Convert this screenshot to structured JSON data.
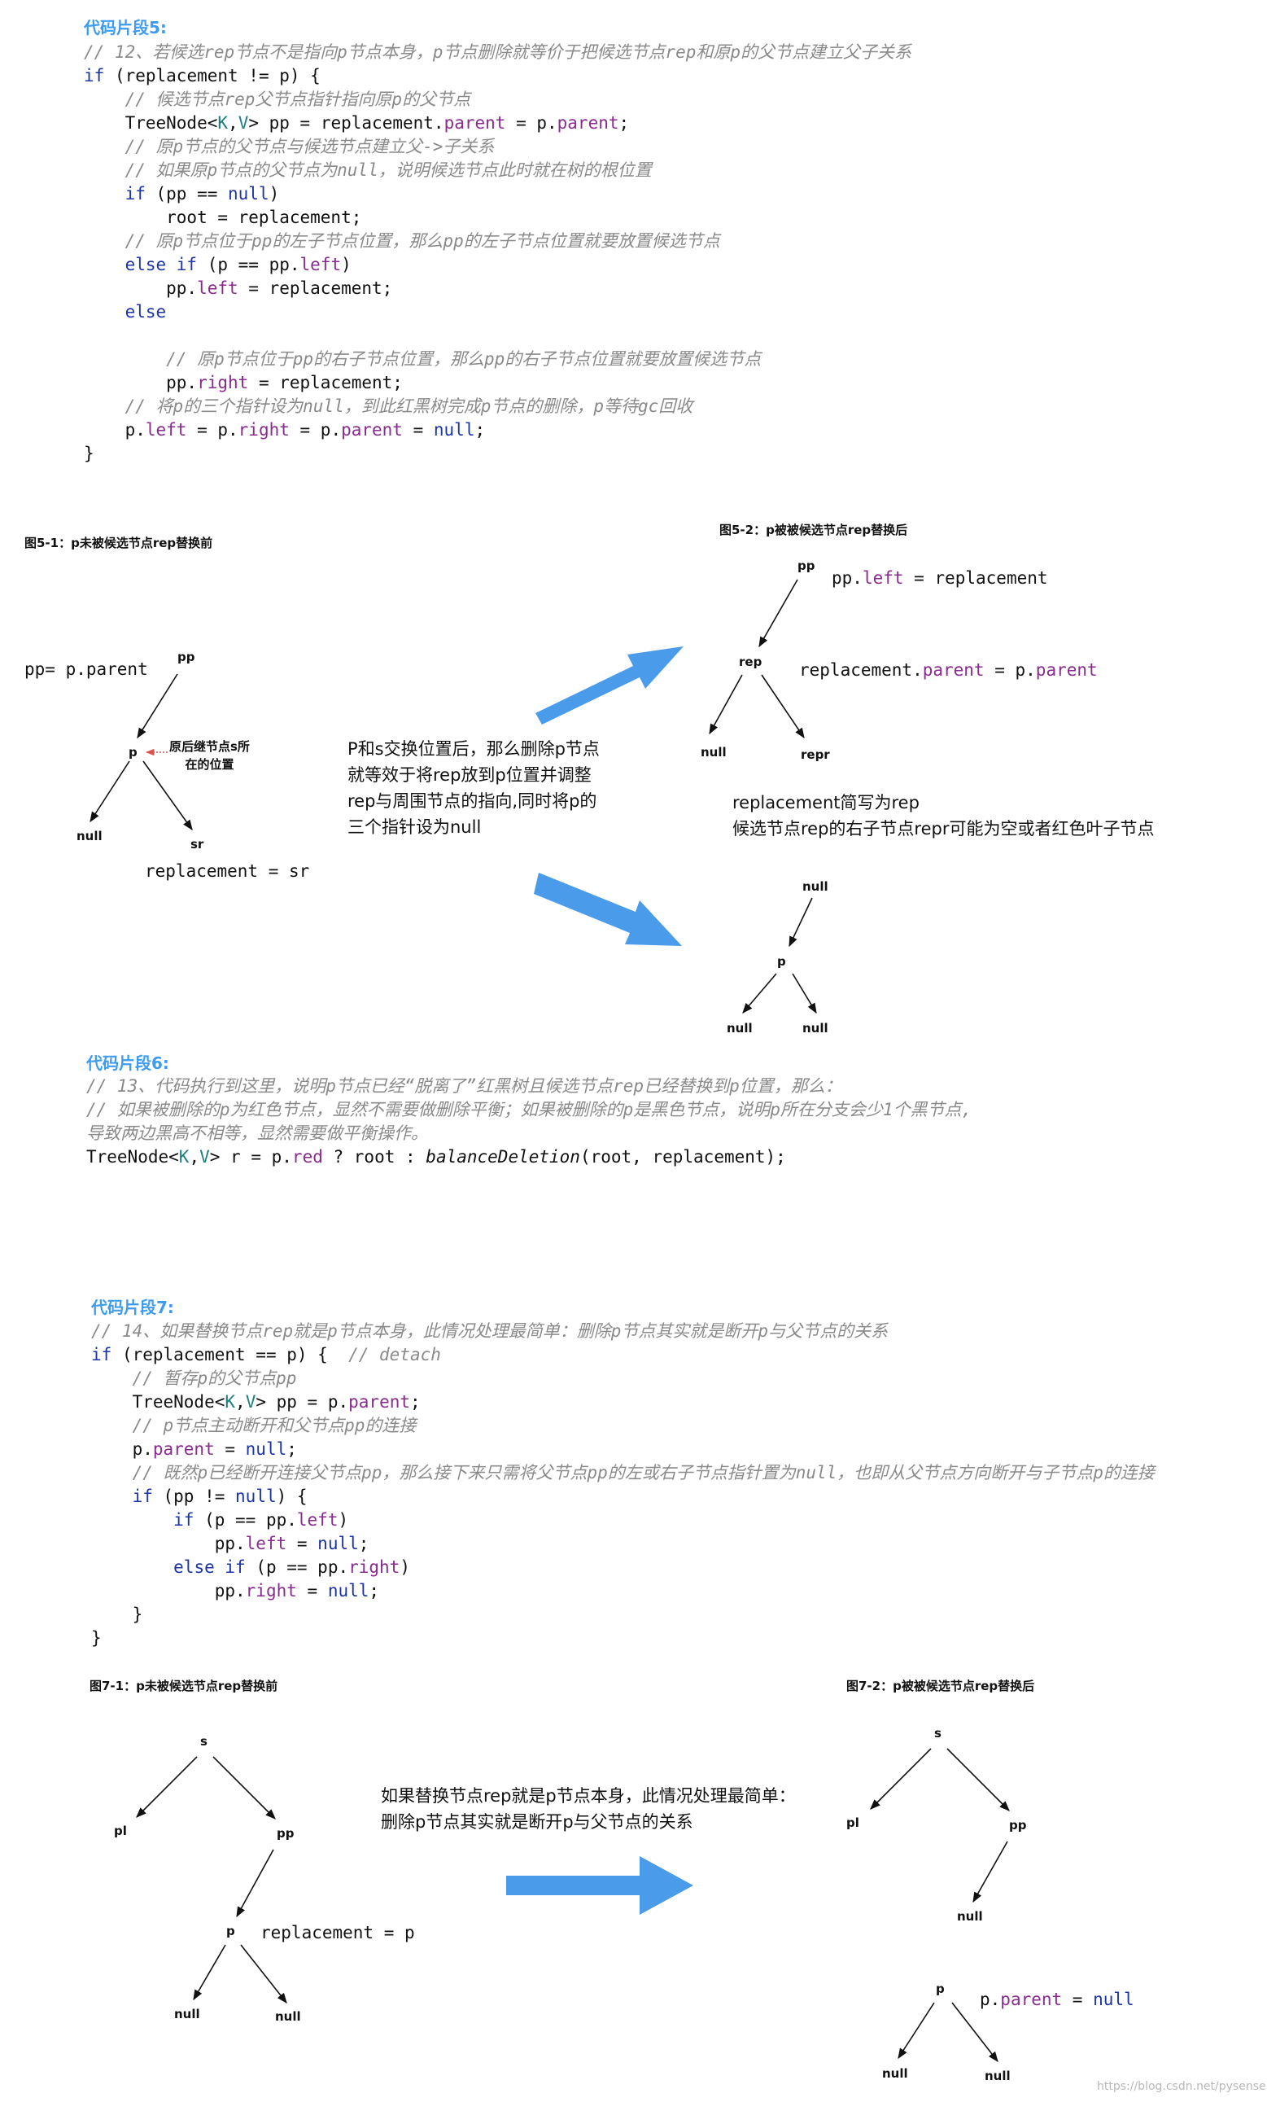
{
  "snippet5": {
    "title": "代码片段5:",
    "lines": [
      [
        [
          "cm",
          "// 12、若候选rep节点不是指向p节点本身，p节点删除就等价于把候选节点rep和原p的父节点建立父子关系"
        ]
      ],
      [
        [
          "kw",
          "if"
        ],
        [
          "tx",
          " (replacement != p) {"
        ]
      ],
      [
        [
          "tx",
          "    "
        ],
        [
          "cm",
          "// 候选节点rep父节点指针指向原p的父节点"
        ]
      ],
      [
        [
          "tx",
          "    TreeNode<"
        ],
        [
          "tp",
          "K"
        ],
        [
          "tx",
          ","
        ],
        [
          "tp",
          "V"
        ],
        [
          "tx",
          "> pp = replacement."
        ],
        [
          "fd",
          "parent"
        ],
        [
          "tx",
          " = p."
        ],
        [
          "fd",
          "parent"
        ],
        [
          "tx",
          ";"
        ]
      ],
      [
        [
          "tx",
          "    "
        ],
        [
          "cm",
          "// 原p节点的父节点与候选节点建立父->子关系"
        ]
      ],
      [
        [
          "tx",
          "    "
        ],
        [
          "cm",
          "// 如果原p节点的父节点为null，说明候选节点此时就在树的根位置"
        ]
      ],
      [
        [
          "tx",
          "    "
        ],
        [
          "kw",
          "if"
        ],
        [
          "tx",
          " (pp == "
        ],
        [
          "nl",
          "null"
        ],
        [
          "tx",
          ")"
        ]
      ],
      [
        [
          "tx",
          "        root = replacement;"
        ]
      ],
      [
        [
          "tx",
          "    "
        ],
        [
          "cm",
          "// 原p节点位于pp的左子节点位置，那么pp的左子节点位置就要放置候选节点"
        ]
      ],
      [
        [
          "tx",
          "    "
        ],
        [
          "kw",
          "else if"
        ],
        [
          "tx",
          " (p == pp."
        ],
        [
          "fd",
          "left"
        ],
        [
          "tx",
          ")"
        ]
      ],
      [
        [
          "tx",
          "        pp."
        ],
        [
          "fd",
          "left"
        ],
        [
          "tx",
          " = replacement;"
        ]
      ],
      [
        [
          "tx",
          "    "
        ],
        [
          "kw",
          "else"
        ]
      ],
      [
        [
          "tx",
          ""
        ]
      ],
      [
        [
          "tx",
          "        "
        ],
        [
          "cm",
          "// 原p节点位于pp的右子节点位置，那么pp的右子节点位置就要放置候选节点"
        ]
      ],
      [
        [
          "tx",
          "        pp."
        ],
        [
          "fd",
          "right"
        ],
        [
          "tx",
          " = replacement;"
        ]
      ],
      [
        [
          "tx",
          "    "
        ],
        [
          "cm",
          "// 将p的三个指针设为null，到此红黑树完成p节点的删除，p等待gc回收"
        ]
      ],
      [
        [
          "tx",
          "    p."
        ],
        [
          "fd",
          "left"
        ],
        [
          "tx",
          " = p."
        ],
        [
          "fd",
          "right"
        ],
        [
          "tx",
          " = p."
        ],
        [
          "fd",
          "parent"
        ],
        [
          "tx",
          " = "
        ],
        [
          "nl",
          "null"
        ],
        [
          "tx",
          ";"
        ]
      ],
      [
        [
          "tx",
          "}"
        ]
      ]
    ]
  },
  "fig5": {
    "cap1": "图5-1：p未被候选节点rep替换前",
    "cap2": "图5-2：p被被候选节点rep替换后",
    "pp_eq": "pp= p.parent",
    "pp_eq_field": "parent",
    "node_pp": "pp",
    "node_p": "p",
    "note_sr": "原后继节点s所\n在的位置",
    "node_null": "null",
    "node_sr": "sr",
    "repl_sr": "replacement = sr",
    "middle_text": "P和s交换位置后，那么删除p节点\n就等效于将rep放到p位置并调整\nrep与周围节点的指向,同时将p的\n三个指针设为null",
    "r_pp": "pp",
    "r_pp_left": "pp.left = replacement",
    "r_rep": "rep",
    "r_rep_parent": "replacement.parent = p.parent",
    "r_null": "null",
    "r_repr": "repr",
    "r_text": "replacement简写为rep\n候选节点rep的右子节点repr可能为空或者红色叶子节点",
    "b_null_top": "null",
    "b_p": "p",
    "b_null_l": "null",
    "b_null_r": "null"
  },
  "snippet6": {
    "title": "代码片段6:",
    "lines": [
      [
        [
          "cm",
          "// 13、代码执行到这里，说明p节点已经“脱离了”红黑树且候选节点rep已经替换到p位置，那么："
        ]
      ],
      [
        [
          "cm",
          "// 如果被删除的p为红色节点，显然不需要做删除平衡；如果被删除的p是黑色节点，说明p所在分支会少1个黑节点,"
        ]
      ],
      [
        [
          "cm",
          "导致两边黑高不相等，显然需要做平衡操作。"
        ]
      ],
      [
        [
          "tx",
          "TreeNode<"
        ],
        [
          "tp",
          "K"
        ],
        [
          "tx",
          ","
        ],
        [
          "tp",
          "V"
        ],
        [
          "tx",
          "> r = p."
        ],
        [
          "fd",
          "red"
        ],
        [
          "tx",
          " ? root : "
        ],
        [
          "fn",
          "balanceDeletion"
        ],
        [
          "tx",
          "(root, replacement);"
        ]
      ]
    ]
  },
  "snippet7": {
    "title": "代码片段7:",
    "lines": [
      [
        [
          "cm",
          "// 14、如果替换节点rep就是p节点本身，此情况处理最简单：删除p节点其实就是断开p与父节点的关系"
        ]
      ],
      [
        [
          "kw",
          "if"
        ],
        [
          "tx",
          " (replacement == p) {  "
        ],
        [
          "cm",
          "// detach"
        ]
      ],
      [
        [
          "tx",
          "    "
        ],
        [
          "cm",
          "// 暂存p的父节点pp"
        ]
      ],
      [
        [
          "tx",
          "    TreeNode<"
        ],
        [
          "tp",
          "K"
        ],
        [
          "tx",
          ","
        ],
        [
          "tp",
          "V"
        ],
        [
          "tx",
          "> pp = p."
        ],
        [
          "fd",
          "parent"
        ],
        [
          "tx",
          ";"
        ]
      ],
      [
        [
          "tx",
          "    "
        ],
        [
          "cm",
          "// p节点主动断开和父节点pp的连接"
        ]
      ],
      [
        [
          "tx",
          "    p."
        ],
        [
          "fd",
          "parent"
        ],
        [
          "tx",
          " = "
        ],
        [
          "nl",
          "null"
        ],
        [
          "tx",
          ";"
        ]
      ],
      [
        [
          "tx",
          "    "
        ],
        [
          "cm",
          "// 既然p已经断开连接父节点pp，那么接下来只需将父节点pp的左或右子节点指针置为null，也即从父节点方向断开与子节点p的连接"
        ]
      ],
      [
        [
          "tx",
          "    "
        ],
        [
          "kw",
          "if"
        ],
        [
          "tx",
          " (pp != "
        ],
        [
          "nl",
          "null"
        ],
        [
          "tx",
          ") {"
        ]
      ],
      [
        [
          "tx",
          "        "
        ],
        [
          "kw",
          "if"
        ],
        [
          "tx",
          " (p == pp."
        ],
        [
          "fd",
          "left"
        ],
        [
          "tx",
          ")"
        ]
      ],
      [
        [
          "tx",
          "            pp."
        ],
        [
          "fd",
          "left"
        ],
        [
          "tx",
          " = "
        ],
        [
          "nl",
          "null"
        ],
        [
          "tx",
          ";"
        ]
      ],
      [
        [
          "tx",
          "        "
        ],
        [
          "kw",
          "else if"
        ],
        [
          "tx",
          " (p == pp."
        ],
        [
          "fd",
          "right"
        ],
        [
          "tx",
          ")"
        ]
      ],
      [
        [
          "tx",
          "            pp."
        ],
        [
          "fd",
          "right"
        ],
        [
          "tx",
          " = "
        ],
        [
          "nl",
          "null"
        ],
        [
          "tx",
          ";"
        ]
      ],
      [
        [
          "tx",
          "    }"
        ]
      ],
      [
        [
          "tx",
          "}"
        ]
      ]
    ]
  },
  "fig7": {
    "cap1": "图7-1：p未被候选节点rep替换前",
    "cap2": "图7-2：p被被候选节点rep替换后",
    "s": "s",
    "pl": "pl",
    "pp": "pp",
    "p": "p",
    "repl_p": "replacement = p",
    "null1": "null",
    "null2": "null",
    "middle_text": "如果替换节点rep就是p节点本身，此情况处理最简单：\n删除p节点其实就是断开p与父节点的关系",
    "r_s": "s",
    "r_pl": "pl",
    "r_pp": "pp",
    "r_null_pp": "null",
    "r_p": "p",
    "r_p_parent": "p.parent = null",
    "r_null1": "null",
    "r_null2": "null"
  },
  "watermark": "https://blog.csdn.net/pysense",
  "colors": {
    "title_blue": "#3d9cf0",
    "arrow_blue": "#4a9bea",
    "comment_gray": "#8a8a8a",
    "keyword_blue": "#1b35a8",
    "field_purple": "#8a2b8f",
    "note_arrow_red": "#d9534f"
  }
}
